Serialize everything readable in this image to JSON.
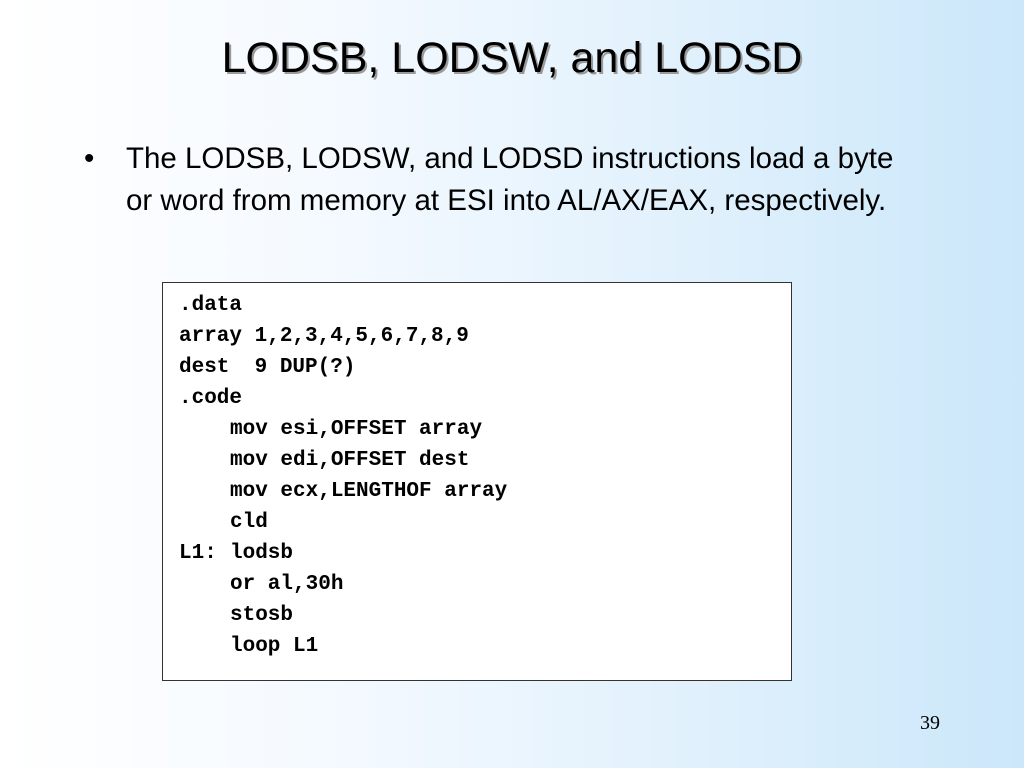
{
  "title": "LODSB, LODSW, and LODSD",
  "bullet": {
    "marker": "•",
    "text": "The LODSB, LODSW, and LODSD instructions load a byte or word from memory at ESI into AL/AX/EAX, respectively."
  },
  "code": {
    "lines": [
      {
        "label": ".data",
        "instr": ""
      },
      {
        "label": "array 1,2,3,4,5,6,7,8,9",
        "instr": ""
      },
      {
        "label": "dest  9 DUP(?)",
        "instr": ""
      },
      {
        "label": ".code",
        "instr": ""
      },
      {
        "label": "",
        "instr": "mov esi,OFFSET array"
      },
      {
        "label": "",
        "instr": "mov edi,OFFSET dest"
      },
      {
        "label": "",
        "instr": "mov ecx,LENGTHOF array"
      },
      {
        "label": "",
        "instr": "cld"
      },
      {
        "label": "L1:",
        "instr": "lodsb"
      },
      {
        "label": "",
        "instr": "or al,30h"
      },
      {
        "label": "",
        "instr": "stosb"
      },
      {
        "label": "",
        "instr": "loop L1"
      }
    ]
  },
  "page_number": "39"
}
